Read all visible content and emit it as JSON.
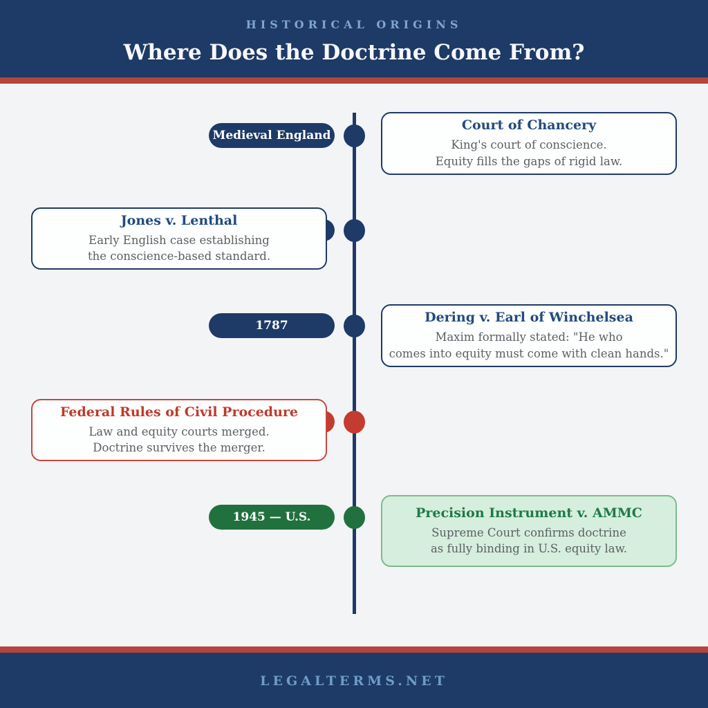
{
  "header": {
    "eyebrow": "HISTORICAL ORIGINS",
    "title": "Where Does the Doctrine Come From?"
  },
  "footer": {
    "site": "LEGALTERMS.NET"
  },
  "palette": {
    "navy": "#1e3a66",
    "accent_red_bar": "#b4453c",
    "dot_red": "#c43b2f",
    "dot_green": "#20713e",
    "green_card_bg": "#d6eedd",
    "green_card_border": "#7cba8e",
    "green_title": "#1e7a47",
    "red_title": "#c0392b",
    "body_text": "#5a5f63",
    "background": "#f3f4f6",
    "muted_blue": "#7fa6cf"
  },
  "timeline": {
    "items": [
      {
        "side": "right",
        "theme": "navy",
        "badge": "Medieval England",
        "card": {
          "title": "Court of Chancery",
          "line1": "King's court of conscience.",
          "line2": "Equity fills the gaps of rigid law."
        }
      },
      {
        "side": "left",
        "theme": "navy",
        "card": {
          "title": "Jones v. Lenthal",
          "line1": "Early English case establishing",
          "line2": "the conscience-based standard."
        }
      },
      {
        "side": "right",
        "theme": "navy",
        "badge": "1787",
        "card": {
          "title": "Dering v. Earl of Winchelsea",
          "line1": "Maxim formally stated: \"He who",
          "line2": "comes into equity must come with clean hands.\""
        }
      },
      {
        "side": "left",
        "theme": "red",
        "card": {
          "title": "Federal Rules of Civil Procedure",
          "line1": "Law and equity courts merged.",
          "line2": "Doctrine survives the merger."
        }
      },
      {
        "side": "right",
        "theme": "green",
        "badge": "1945 — U.S.",
        "card": {
          "title": "Precision Instrument v. AMMC",
          "line1": "Supreme Court confirms doctrine",
          "line2": "as fully binding in U.S. equity law."
        }
      }
    ]
  }
}
